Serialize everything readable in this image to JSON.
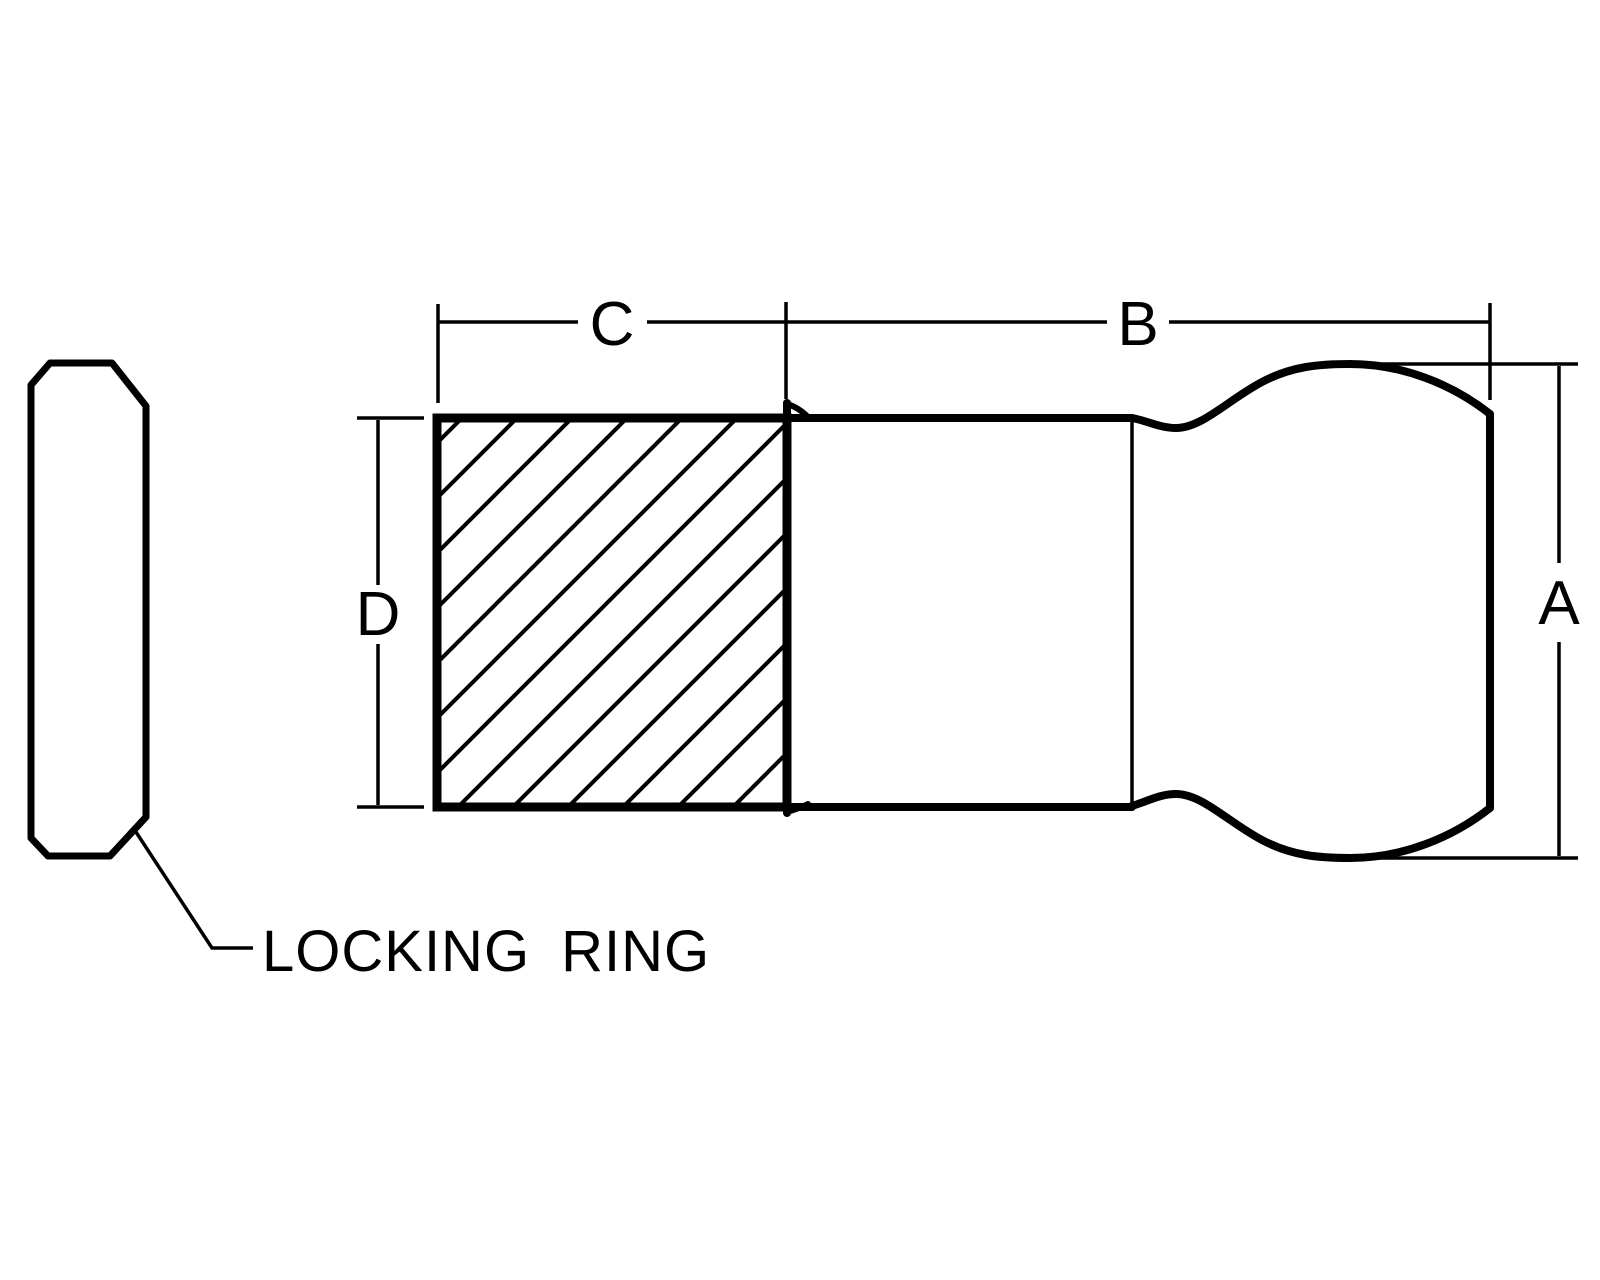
{
  "drawing": {
    "paper_color": "#ffffff",
    "ink_color": "#000000",
    "labels": {
      "dim_a": "A",
      "dim_b": "B",
      "dim_c": "C",
      "dim_d": "D"
    },
    "callout": {
      "label": "LOCKING RING"
    }
  }
}
